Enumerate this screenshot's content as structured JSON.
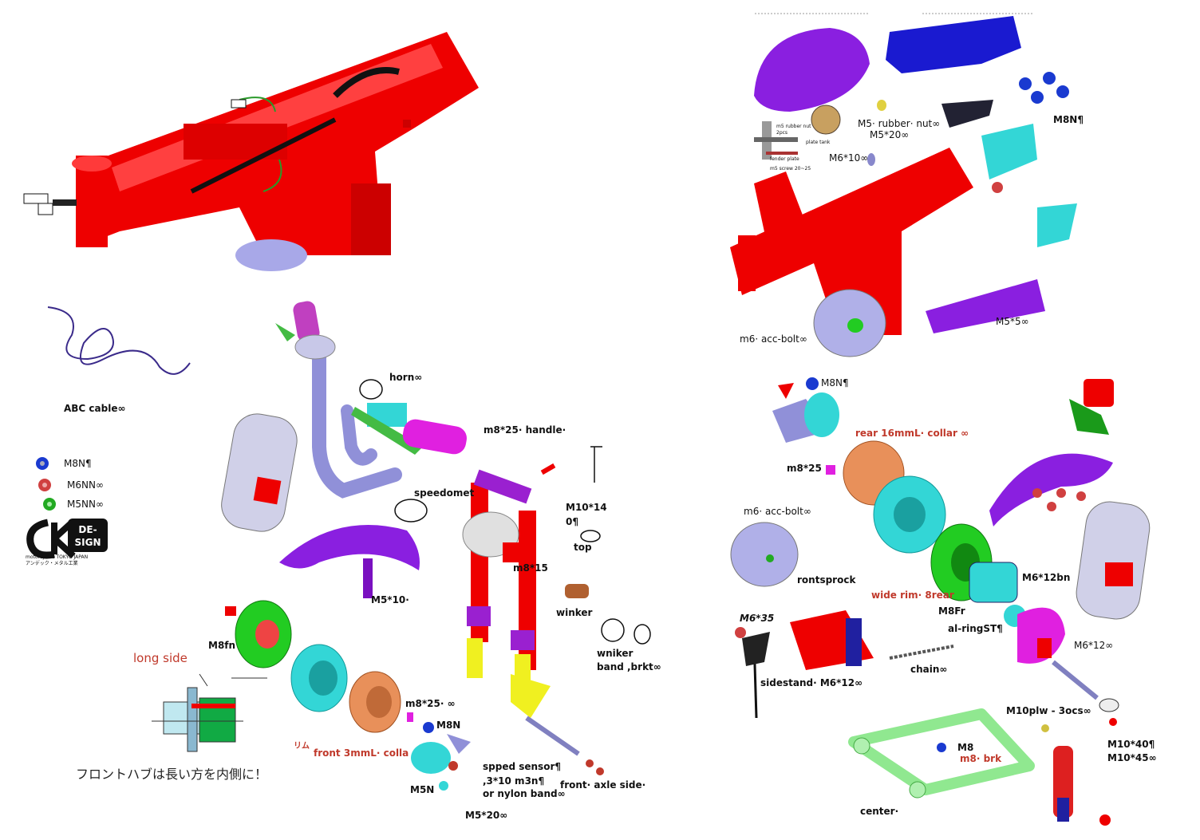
{
  "labels": {
    "abc_cable": "ABC cable∞",
    "legend_m8n": "M8N¶",
    "legend_m6nn": "M6NN∞",
    "legend_m5nn": "M5NN∞",
    "logo_main": "CK DE-SIGN",
    "logo_sub": "motorcycles TOKYO JAPAN",
    "logo_jp": "アンデック・メタル工業",
    "horn": "horn∞",
    "m8_25_handle": "m8*25· handle·",
    "speedomet": "speedomet",
    "m10_14": "M10*14",
    "m10_14b": "0¶",
    "top": "top",
    "m8_15": "m8*15",
    "winker": "winker",
    "wniker": "wniker",
    "band_brkt": "band ,brkt∞",
    "m5_10": "M5*10·",
    "m8fn": "M8fn",
    "long_side": "long side",
    "front_collar": "front 3mmL· colla",
    "rimu": "リム",
    "m8_25_front": "m8*25· ∞",
    "m8n_front": "M8N",
    "m5n": "M5N",
    "m5_20_front": "M5*20∞",
    "spped_sensor": "spped sensor¶",
    "sensor_line2": ",3*10 m3n¶",
    "sensor_line3": "or nylon band∞",
    "front_axle": "front· axle side·",
    "jp_note": "フロントハブは長い方を内側に！",
    "m8n_top": "M8N¶",
    "m5_rubber_nut": "M5· rubber· nut∞",
    "m5_20_top": "M5*20∞",
    "m6_10": "M6*10∞",
    "m6_acc_bolt_top": "m6· acc-bolt∞",
    "m5_5": "M5*5∞",
    "inset_rubber_nut": "m5 rubber nut",
    "inset_2pcs": "2pcs",
    "inset_plate_tank": "plate tank",
    "inset_fender_plate": "fender plate",
    "inset_screw": "m5 screw 20~25",
    "m8n_rear": "M8N¶",
    "rear_collar": "rear 16mmL· collar ∞",
    "m8_25_rear": "m8*25",
    "m6_acc_bolt_rear": "m6· acc-bolt∞",
    "rontsprock": "rontsprock",
    "wide_rim": "wide rim· 8rear",
    "m8fr": "M8Fr",
    "al_ring": "al-ringST¶",
    "m6_12bn": "M6*12bn",
    "m6_35": "M6*35",
    "m6_12_right": "M6*12∞",
    "sidestand": "sidestand· M6*12∞",
    "chain": "chain∞",
    "m10plw": "M10plw - 3ocs∞",
    "m8": "M8",
    "m8_brk": "m8· brk",
    "m10_40": "M10*40¶",
    "m10_45": "M10*45∞",
    "center": "center·"
  },
  "colors": {
    "frame": "#ee0000",
    "tank": "#8a1fe0",
    "seat": "#1a1ad0",
    "cyan": "#33d6d6",
    "green": "#22cc22",
    "magenta": "#e020e0",
    "lavender": "#a8a8e8",
    "copper": "#e8905a",
    "yellow": "#f0f020",
    "swingarm": "#90e890"
  }
}
